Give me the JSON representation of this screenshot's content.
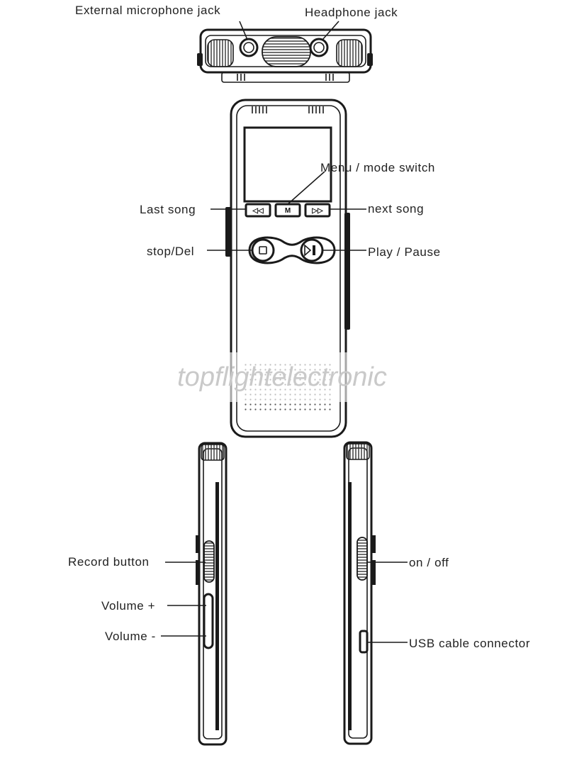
{
  "labels": {
    "external_mic": "External microphone jack",
    "headphone": "Headphone jack",
    "menu_mode": "Menu / mode switch",
    "last_song": "Last song",
    "next_song": "next song",
    "stop_del": "stop/Del",
    "play_pause": "Play / Pause",
    "record": "Record button",
    "volume_plus": "Volume +",
    "volume_minus": "Volume -",
    "on_off": "on / off",
    "usb": "USB cable connector"
  },
  "buttons": {
    "menu": "M",
    "last": "◁◁",
    "next": "▷▷"
  },
  "watermark": "topflightelectronic"
}
